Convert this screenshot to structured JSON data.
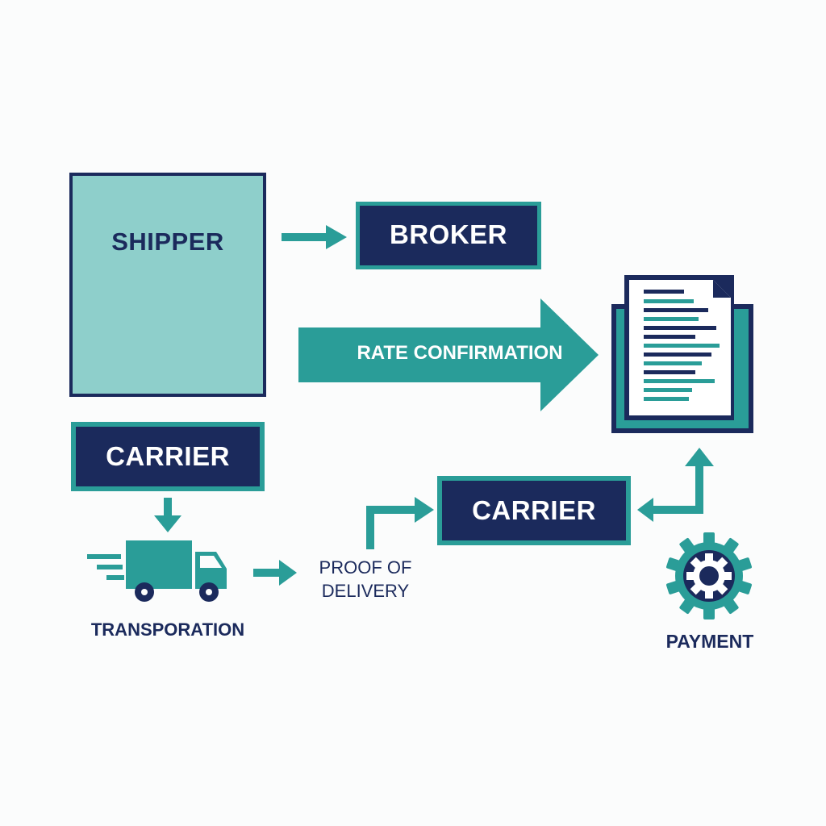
{
  "colors": {
    "teal": "#2a9d98",
    "teal_light": "#8ecfcb",
    "navy": "#1b2a5c",
    "white": "#ffffff",
    "background": "#fbfcfc"
  },
  "nodes": {
    "shipper": "SHIPPER",
    "broker": "BROKER",
    "rate_confirmation": "RATE CONFIRMATION",
    "carrier_left": "CARRIER",
    "carrier_right": "CARRIER",
    "transportation": "TRANSPORATION",
    "proof_of_delivery_line1": "PROOF OF",
    "proof_of_delivery_line2": "DELIVERY",
    "payment": "PAYMENT"
  },
  "icons": {
    "document": "document-icon",
    "truck": "truck-icon",
    "gear": "gear-icon"
  }
}
